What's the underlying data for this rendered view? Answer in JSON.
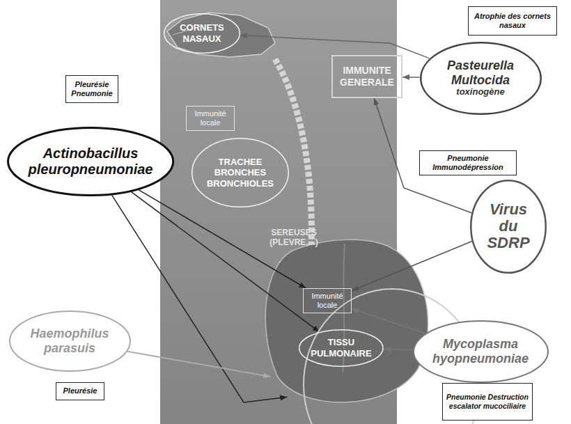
{
  "diagram": {
    "nodes": [
      {
        "text": [
          "Atrophie des cornets nasaux"
        ]
      },
      {
        "text": [
          "CORNETS NASAUX"
        ]
      },
      {
        "text": [
          "Pasteurella Multocida",
          "toxinogène"
        ]
      },
      {
        "text": [
          "Pleurésie Pneumonie"
        ]
      },
      {
        "text": [
          "IMMUNITE GENERALE"
        ]
      },
      {
        "text": [
          "Immunité locale"
        ]
      },
      {
        "text": [
          "Actinobacillus pleuropneumoniae"
        ]
      },
      {
        "text": [
          "TRACHEE BRONCHES BRONCHIOLES"
        ]
      },
      {
        "text": [
          "Pneumonie Immunodépression"
        ]
      },
      {
        "text": [
          "Virus du SDRP"
        ]
      },
      {
        "text": [
          "SEREUSES (PLEVRE,...)"
        ]
      },
      {
        "text": [
          "Immunité locale"
        ],
        "in": 10
      },
      {
        "text": [
          "TISSU PULMONAIRE"
        ],
        "in": 10
      },
      {
        "text": [
          "Haemophilus parasuis"
        ]
      },
      {
        "text": [
          "Mycoplasma hyopneumoniae"
        ]
      },
      {
        "text": [
          "Pleurésie"
        ]
      },
      {
        "text": [
          "Pneumonie Destruction escalator mucociliaire"
        ]
      }
    ],
    "edges": [
      {
        "from": 2,
        "to": 1,
        "arrow": "to"
      },
      {
        "from": 2,
        "to": 4,
        "arrow": "to"
      },
      {
        "from": 6,
        "to": 11,
        "arrow": "to"
      },
      {
        "from": 6,
        "to": 12,
        "arrow": "to"
      },
      {
        "from": 6,
        "to": 10,
        "arrow": "to"
      },
      {
        "from": 9,
        "to": 4,
        "arrow": "to"
      },
      {
        "from": 9,
        "to": 11,
        "arrow": "to"
      },
      {
        "from": 13,
        "to": 10,
        "arrow": "to"
      },
      {
        "from": 14,
        "to": 11,
        "arrow": "to"
      },
      {
        "from": 14,
        "to": 12,
        "arrow": "to"
      }
    ]
  }
}
